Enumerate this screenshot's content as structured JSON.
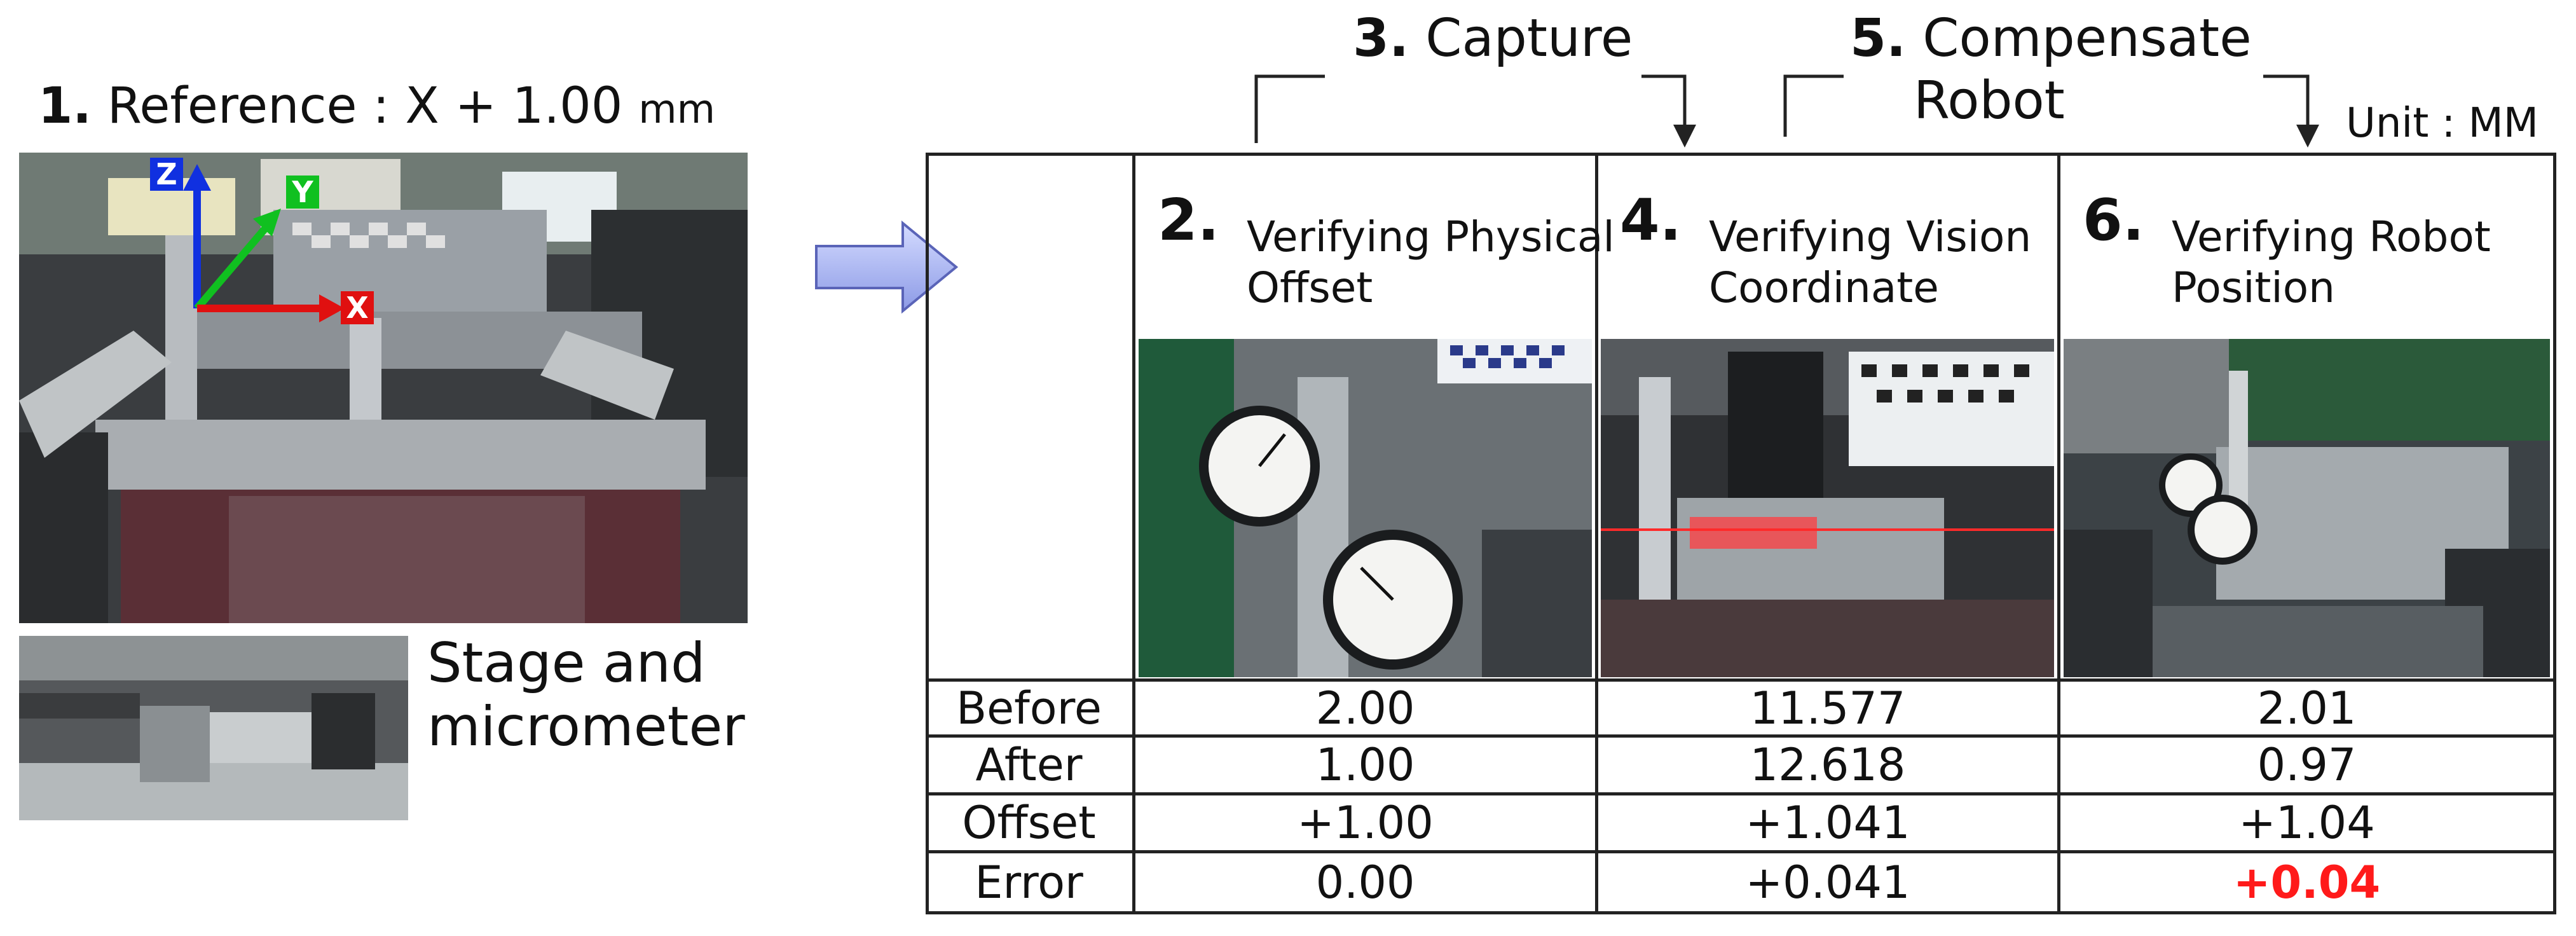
{
  "reference": {
    "num": "1.",
    "text": "Reference : X + 1.00",
    "unit": "mm"
  },
  "axes": {
    "x": "X",
    "y": "Y",
    "z": "Z"
  },
  "stage_caption": {
    "line1": "Stage and",
    "line2": "micrometer"
  },
  "steps": {
    "capture": {
      "num": "3.",
      "text": "Capture"
    },
    "compensate": {
      "num": "5.",
      "line1": "Compensate",
      "line2": "Robot"
    }
  },
  "unit_label": "Unit : MM",
  "columns": [
    {
      "num": "2.",
      "line1": "Verifying Physical",
      "line2": "Offset"
    },
    {
      "num": "4.",
      "line1": "Verifying Vision",
      "line2": "Coordinate"
    },
    {
      "num": "6.",
      "line1": "Verifying Robot",
      "line2": "Position"
    }
  ],
  "rows": [
    {
      "label": "Before",
      "values": [
        "2.00",
        "11.577",
        "2.01"
      ]
    },
    {
      "label": "After",
      "values": [
        "1.00",
        "12.618",
        "0.97"
      ]
    },
    {
      "label": "Offset",
      "values": [
        "+1.00",
        "+1.041",
        "+1.04"
      ]
    },
    {
      "label": "Error",
      "values": [
        "0.00",
        "+0.041",
        "+0.04"
      ]
    }
  ],
  "colors": {
    "highlight": "#ff1a1a",
    "arrow_fill": "#a8b4f0",
    "axis_x": "#e01010",
    "axis_y": "#10c020",
    "axis_z": "#1030e0"
  }
}
